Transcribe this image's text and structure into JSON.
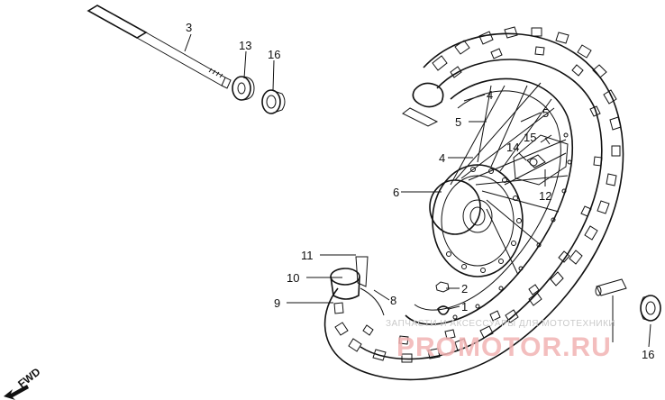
{
  "diagram": {
    "callouts": {
      "c1": "1",
      "c2": "2",
      "c3": "3",
      "c4a": "4",
      "c4b": "4",
      "c5a": "5",
      "c5b": "5",
      "c6": "6",
      "c8": "8",
      "c9": "9",
      "c10": "10",
      "c11": "11",
      "c12": "12",
      "c13": "13",
      "c14": "14",
      "c15": "15",
      "c16a": "16",
      "c16b": "16"
    },
    "fwd_label": "FWD"
  },
  "watermark": {
    "line1": "ЗАПЧАСТИ И АКСЕССУАРЫ ДЛЯ МОТОТЕХНИКИ",
    "logo": "PROMOTOR.RU"
  },
  "colors": {
    "ink": "#111111",
    "watermark_logo": "#e05050",
    "watermark_text": "#bdbdbd"
  }
}
